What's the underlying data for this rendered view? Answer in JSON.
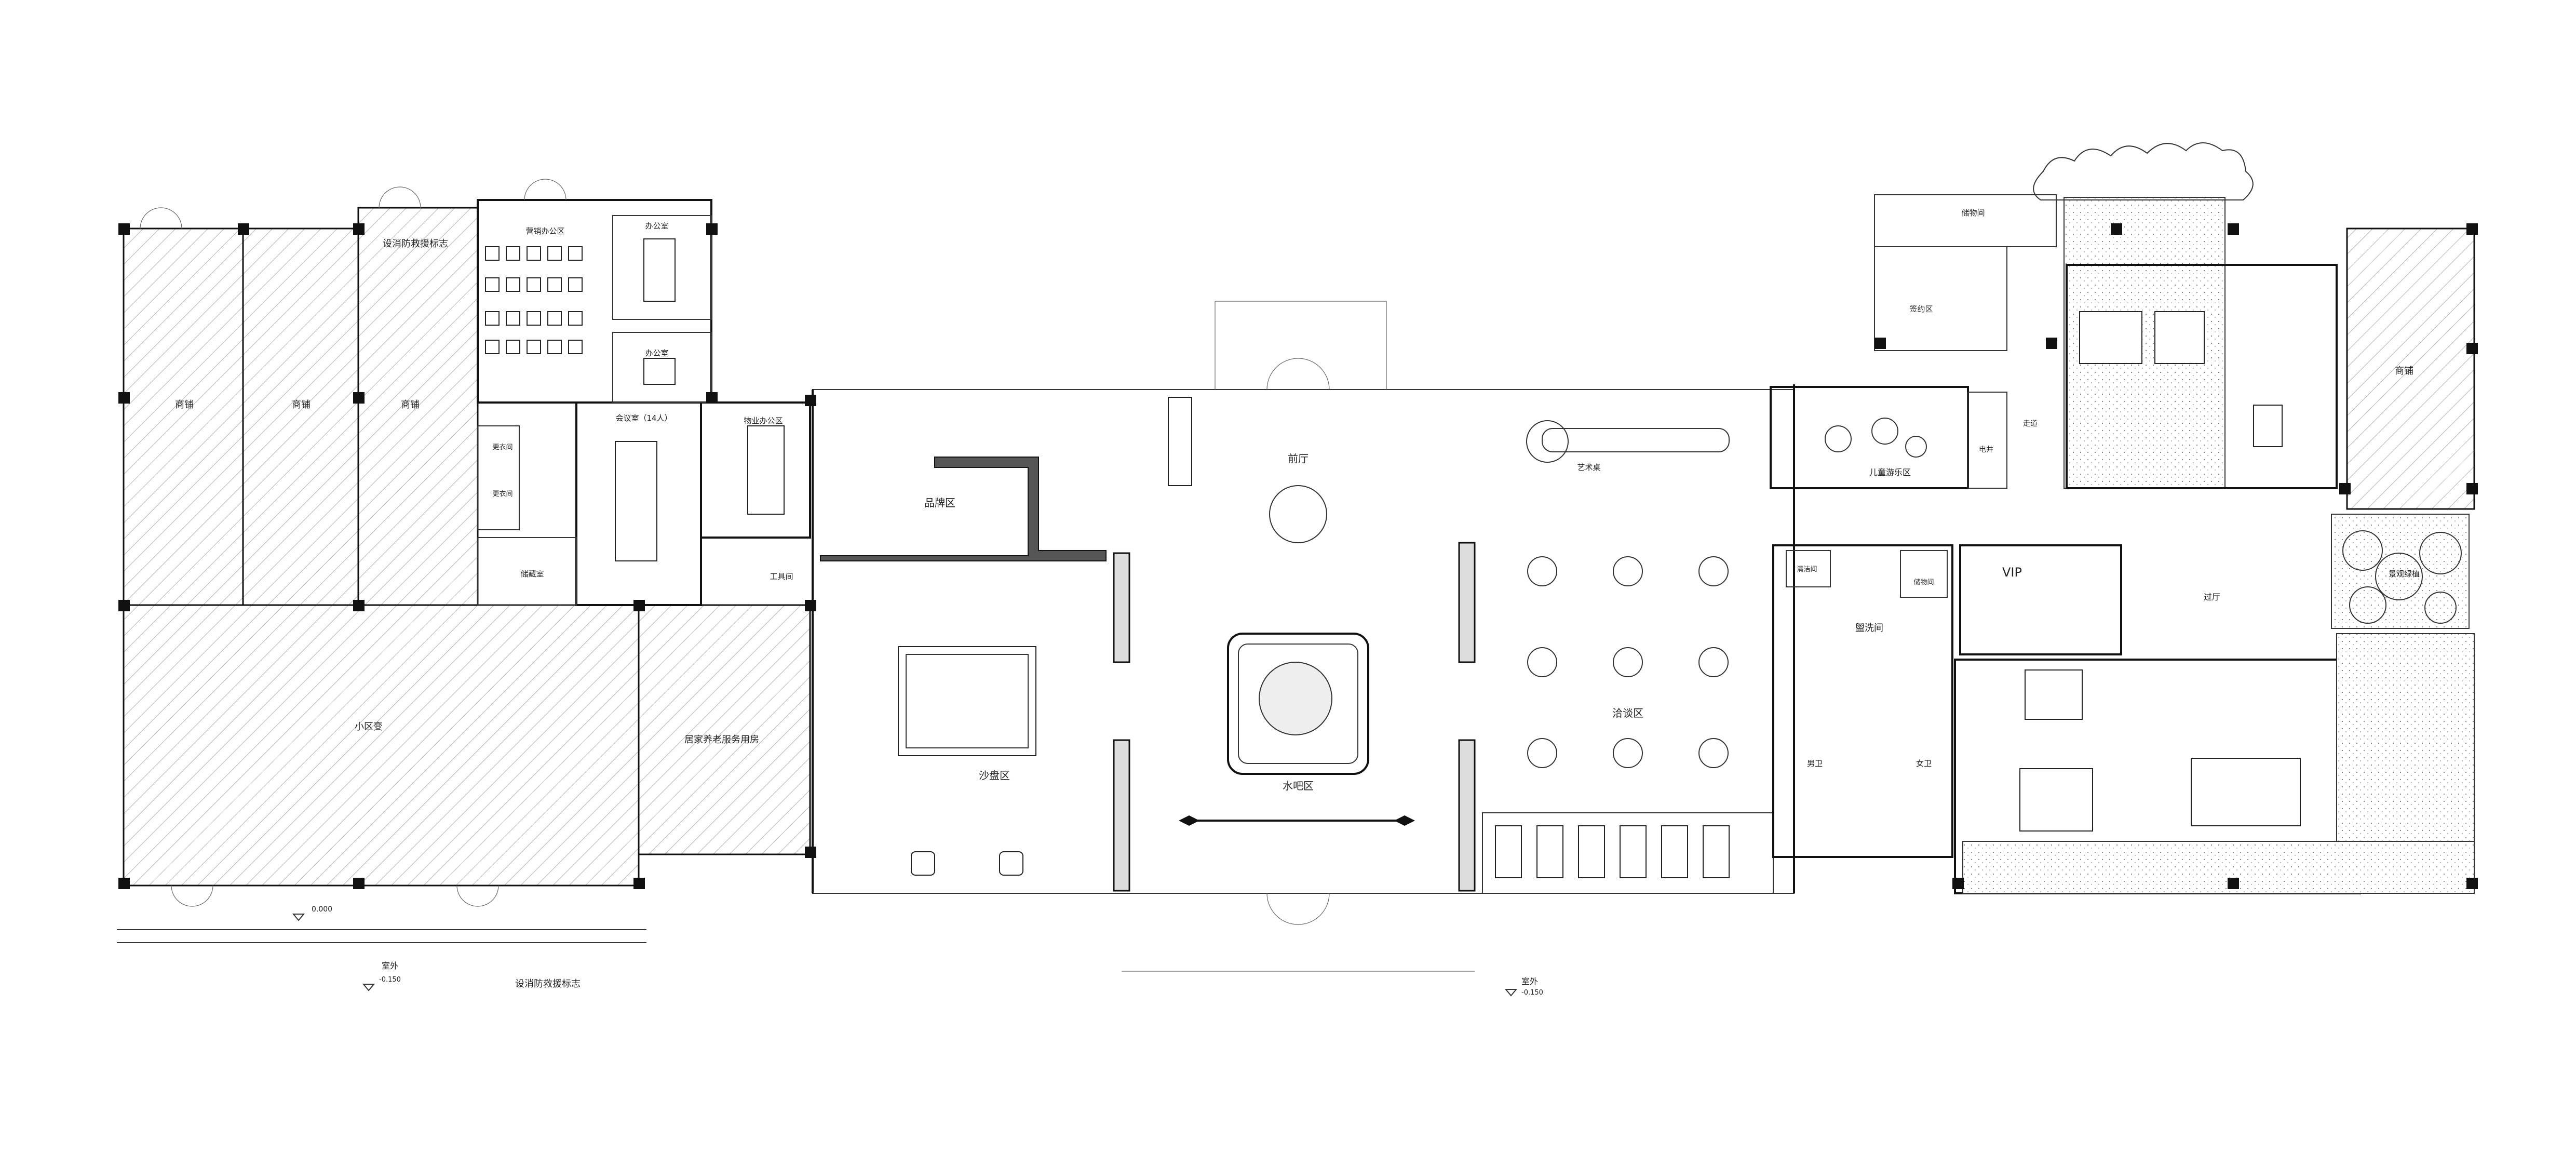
{
  "labels": {
    "shop1": "商铺",
    "shop2": "商铺",
    "shop3": "商铺",
    "shop_right": "商铺",
    "fire_sign_top": "设消防救援标志",
    "fire_sign_bottom": "设消防救援标志",
    "sales_office": "营销办公区",
    "office1": "办公室",
    "office2": "办公室",
    "meeting": "会议室（14人）",
    "property_office": "物业办公区",
    "storage_room": "储藏室",
    "tool_room": "工具间",
    "changing1": "更衣间",
    "changing2": "更衣间",
    "substation": "小区变",
    "elderly_service": "居家养老服务用房",
    "brand_zone": "品牌区",
    "sand_table": "沙盘区",
    "front_hall": "前厅",
    "water_bar": "水吧区",
    "negotiation": "洽谈区",
    "art_table": "艺术桌",
    "kids_zone": "儿童游乐区",
    "sign_zone": "签约区",
    "storage_top": "储物间",
    "storage_mid": "储物间",
    "electric": "电井",
    "corridor": "走道",
    "cleaning": "清洁间",
    "washroom": "盥洗间",
    "male_wc": "男卫",
    "female_wc": "女卫",
    "vip": "VIP",
    "passage_hall": "过厅",
    "landscape_court": "景观绿植",
    "outdoor_left": "室外",
    "outdoor_center": "室外"
  },
  "level_marks": {
    "outdoor_left": "-0.150",
    "outdoor_center": "-0.150",
    "floor_left": "0.000"
  }
}
